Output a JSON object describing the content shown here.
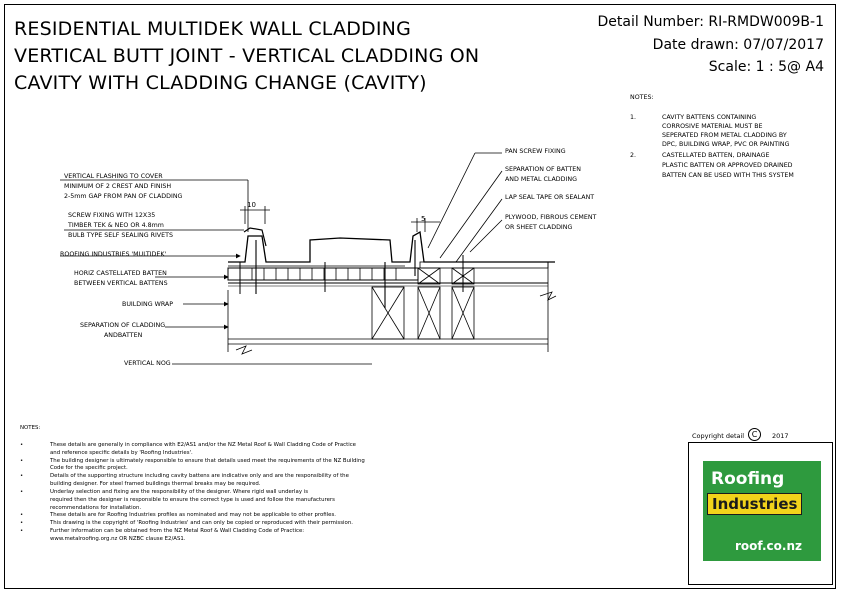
{
  "title": {
    "line1": "RESIDENTIAL MULTIDEK WALL CLADDING",
    "line2": "VERTICAL BUTT JOINT - VERTICAL CLADDING ON",
    "line3": "CAVITY WITH CLADDING CHANGE (CAVITY)"
  },
  "meta": {
    "detail_number": "Detail Number:  RI-RMDW009B-1",
    "date_drawn": "Date drawn:  07/07/2017",
    "scale": "Scale:    1 : 5@ A4"
  },
  "notes_right": {
    "heading": "NOTES:",
    "n1_num": "1.",
    "n1": [
      "CAVITY BATTENS CONTAINING",
      "CORROSIVE MATERIAL MUST BE",
      "SEPERATED FROM METAL CLADDING BY",
      "DPC, BUILDING WRAP, PVC OR PAINTING"
    ],
    "n2_num": "2.",
    "n2": [
      "CASTELLATED BATTEN, DRAINAGE",
      "PLASTIC BATTEN OR APPROVED DRAINED",
      "BATTEN CAN BE USED WITH THIS SYSTEM"
    ]
  },
  "labels_left": {
    "flashing": [
      "VERTICAL FLASHING TO COVER",
      "MINIMUM OF 2 CREST AND FINISH",
      "2-5mm GAP FROM PAN OF CLADDING"
    ],
    "screw": [
      "SCREW FIXING WITH 12X35",
      "TIMBER TEK & NEO OR 4.8mm",
      "BULB TYPE SELF SEALING RIVETS"
    ],
    "roofing": "ROOFING INDUSTRIES 'MULTIDEK'",
    "batten": [
      "HORIZ CASTELLATED BATTEN",
      "BETWEEN VERTICAL BATTENS"
    ],
    "wrap": "BUILDING WRAP",
    "separation": [
      "SEPARATION OF CLADDING",
      "ANDBATTEN"
    ],
    "nog": "VERTICAL NOG"
  },
  "labels_right": {
    "pan": "PAN SCREW FIXING",
    "sep": [
      "SEPARATION OF BATTEN",
      "AND METAL CLADDING"
    ],
    "lap": "LAP SEAL TAPE OR SEALANT",
    "ply": [
      "PLYWOOD, FIBROUS CEMENT",
      "OR SHEET CLADDING"
    ]
  },
  "dims": {
    "d1": "10",
    "d2": "5"
  },
  "bottom_notes": {
    "heading": "NOTES:",
    "lines": [
      "These details are generally in compliance with E2/AS1 and/or the NZ Metal Roof & Wall Cladding Code of Practice",
      "and reference specific details by 'Roofing Industries'.",
      "The building designer is ultimately responsible to ensure that details used meet the requirements of the NZ Building",
      "Code for the specific project.",
      "Details of the supporting structure including cavity battens are indicative only and are the responsibility of the",
      "building designer.  For steel framed buildings thermal breaks may be required.",
      "Underlay selection and fixing are the responsibility of the designer. Where rigid wall underlay is",
      "required then the designer is responsible to ensure the correct type is used and follow the manufacturers",
      "recommendations for installation.",
      "These details are for Roofing Industries profiles as nominated and may not be applicable to other profiles.",
      "This drawing is the copyright of 'Roofing Industries' and can only be copied or reproduced with their permission.",
      "Further information can be obtained from the NZ Metal Roof & Wall Cladding Code of Practice:",
      "www.metalroofing.org.nz OR NZBC clause E2/AS1."
    ]
  },
  "copyright": "Copyright detail",
  "copyright_year": "2017",
  "logo": {
    "word1": "Roofing",
    "word2": "Industries",
    "url": "roof.co.nz",
    "green": "#2e9a3e",
    "yellow": "#f2d31b"
  }
}
